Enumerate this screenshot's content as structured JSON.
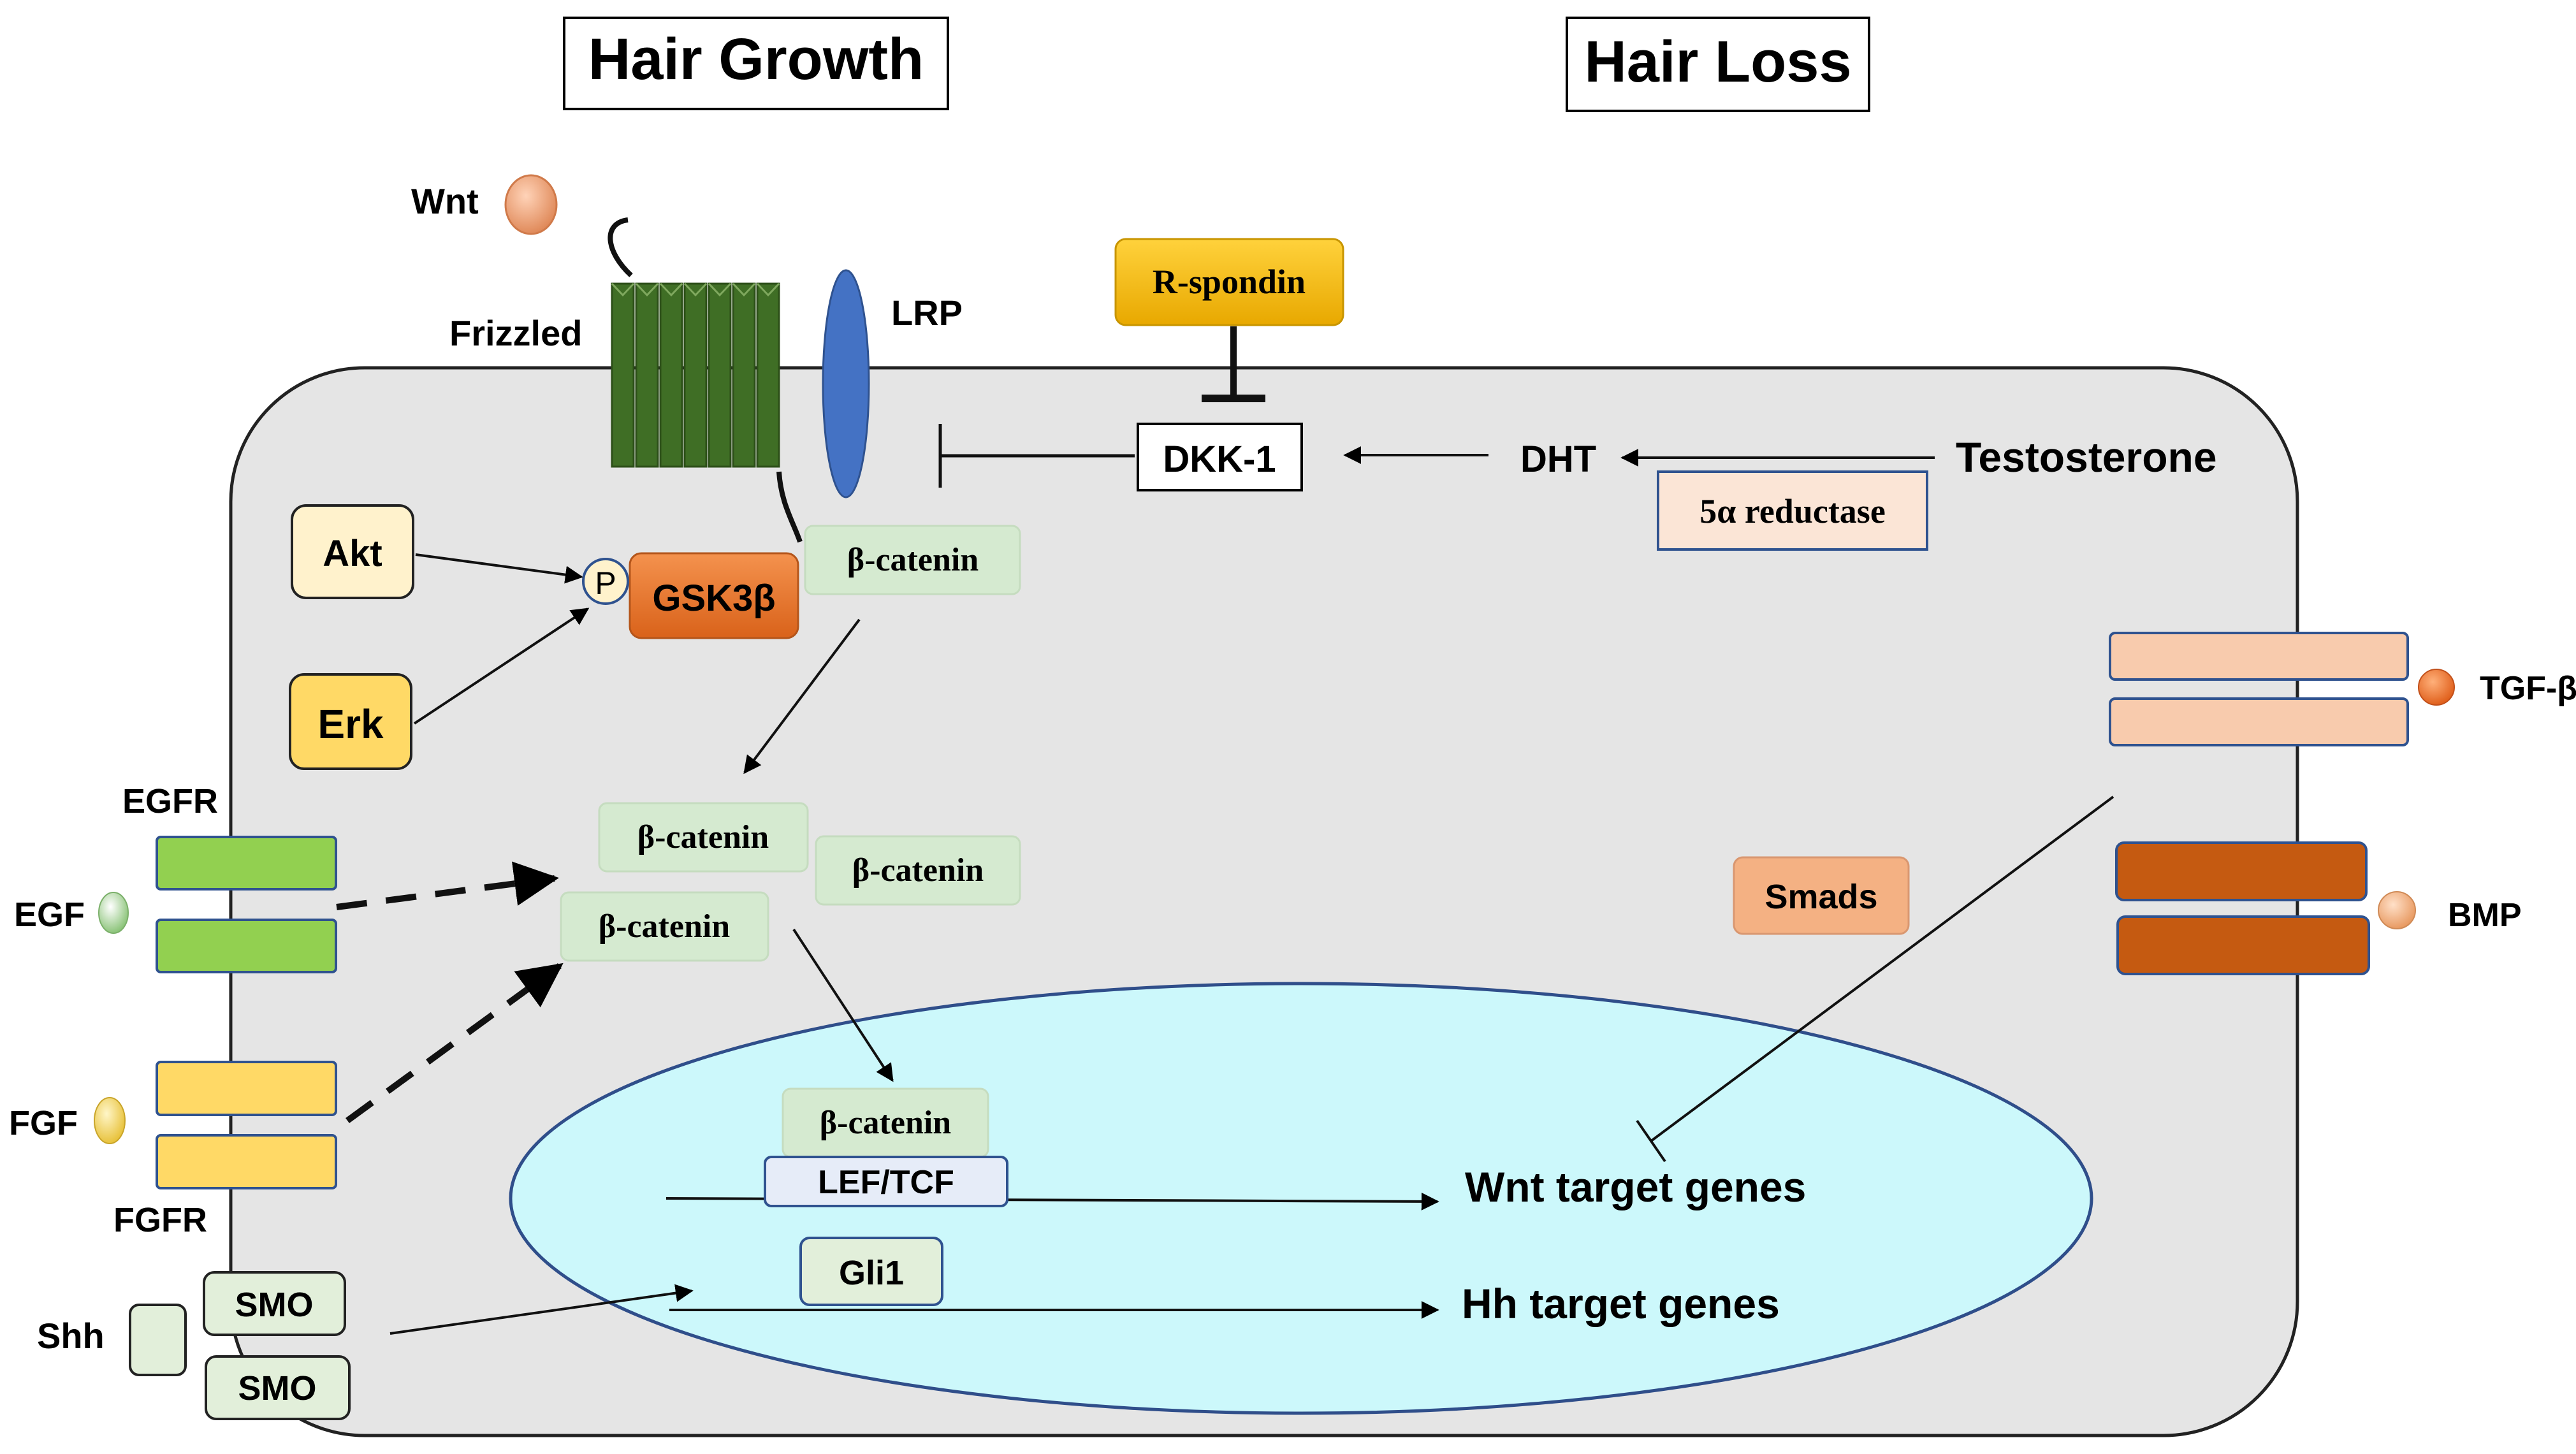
{
  "headers": {
    "left": "Hair Growth",
    "right": "Hair Loss"
  },
  "labels": {
    "wnt": "Wnt",
    "frizzled": "Frizzled",
    "lrp": "LRP",
    "r_spondin": "R-spondin",
    "dkk1": "DKK-1",
    "dht": "DHT",
    "testosterone": "Testosterone",
    "five_alpha_reductase": "5α reductase",
    "akt": "Akt",
    "erk": "Erk",
    "phospho": "P",
    "gsk3b": "GSK3β",
    "beta_catenin": "β-catenin",
    "egfr": "EGFR",
    "egf": "EGF",
    "fgf": "FGF",
    "fgfr": "FGFR",
    "shh": "Shh",
    "smo": "SMO",
    "lef_tcf": "LEF/TCF",
    "gli1": "Gli1",
    "wnt_target_genes": "Wnt target genes",
    "hh_target_genes": "Hh target genes",
    "tgf_beta": "TGF-β",
    "bmp": "BMP",
    "smads": "Smads"
  },
  "colors": {
    "cell_fill": "#e5e5e5",
    "nucleus_fill": "#ccf8fb",
    "nucleus_stroke": "#2f4e8a",
    "frizzled_green": "#3f6e25",
    "lrp_blue": "#4472c4",
    "r_spondin_gold": "#f0b400",
    "gsk3b_orange": "#e8742a",
    "erk_yellow": "#ffd966",
    "akt_cream": "#fff2cc",
    "beta_catenin_green": "#d5ead0",
    "egfr_green": "#92d050",
    "fgfr_yellow": "#ffd966",
    "smo_green": "#e2efda",
    "tgf_receptor_peach": "#f8cbad",
    "bmp_receptor_brown": "#c55a11",
    "smads_salmon": "#f4b183"
  }
}
